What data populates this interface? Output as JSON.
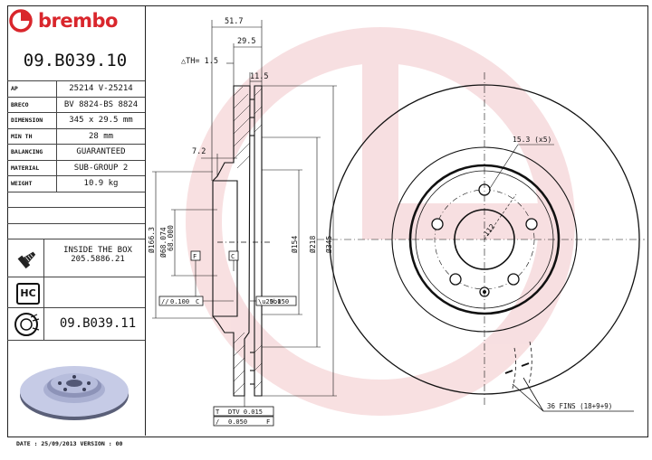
{
  "brand": "brembo",
  "part_number": "09.B039.10",
  "specs": [
    {
      "key": "AP",
      "value": "25214 V-25214"
    },
    {
      "key": "BRECO",
      "value": "BV 8824-BS 8824"
    },
    {
      "key": "DIMENSION",
      "value": "345 x 29.5 mm"
    },
    {
      "key": "MIN TH",
      "value": "28 mm"
    },
    {
      "key": "BALANCING",
      "value": "GUARANTEED"
    },
    {
      "key": "MATERIAL",
      "value": "SUB-GROUP 2"
    },
    {
      "key": "WEIGHT",
      "value": "10.9 kg"
    }
  ],
  "inside_box": {
    "line1": "INSIDE THE BOX",
    "line2": "205.5886.21"
  },
  "hc_label": "HC",
  "alt_part_number": "09.B039.11",
  "footer": "DATE : 25/09/2013 VERSION : 00",
  "dimensions": {
    "overall_width": "51.7",
    "thickness": "29.5",
    "th_label": "△TH= 1.5",
    "offset": "11.5",
    "hat_height": "7.2",
    "bolt_hole": "15.3 (x5)",
    "pcd": "112",
    "d_166": "Ø166.3",
    "d_68074": "Ø68.074",
    "d_68000": "68.000",
    "d_154": "Ø154",
    "d_218": "Ø218",
    "d_345": "Ø345",
    "datum_f": "F",
    "datum_c": "C",
    "tol_parallel": "0.100",
    "tol_parallel_ref": "C",
    "tol_flat": "0.050",
    "dtv": "DTV 0.015",
    "runout": "0.050",
    "runout_ref": "F",
    "fins": "36 FINS (18+9+9)"
  },
  "colors": {
    "brand_red": "#d9262c",
    "watermark": "#f2d0d2"
  }
}
